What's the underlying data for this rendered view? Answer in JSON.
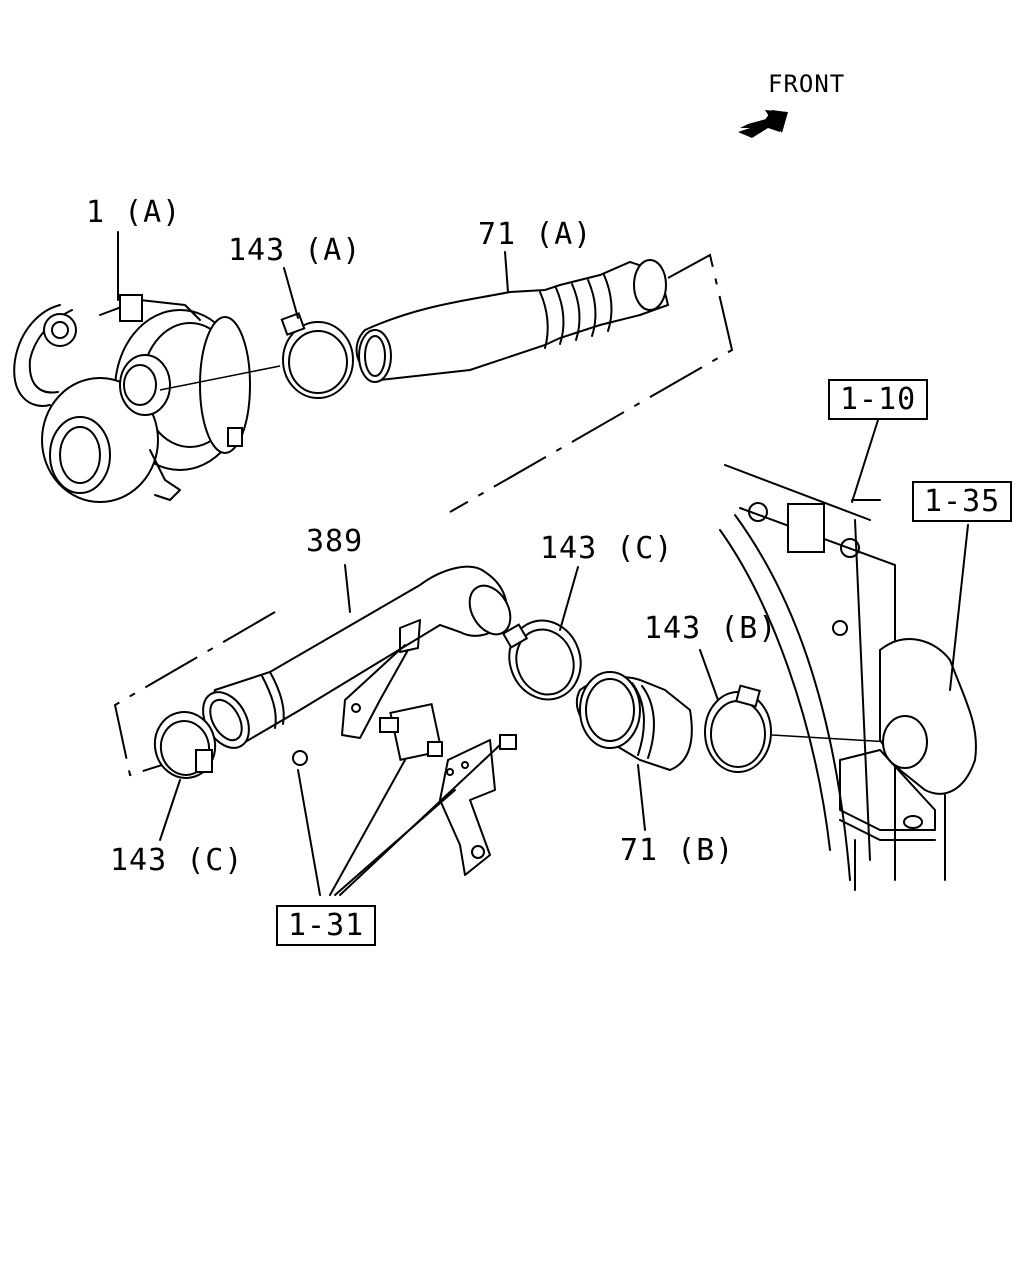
{
  "front_label": "FRONT",
  "arrow_icon": "front-arrow-icon",
  "callouts": {
    "turbocharger": "1 (A)",
    "clamp_a": "143 (A)",
    "hose_a": "71 (A)",
    "ref_1_10": "1-10",
    "ref_1_35": "1-35",
    "pipe_389": "389",
    "clamp_c_upper": "143 (C)",
    "clamp_b": "143 (B)",
    "clamp_c_lower": "143 (C)",
    "hose_b": "71 (B)",
    "ref_1_31": "1-31"
  }
}
